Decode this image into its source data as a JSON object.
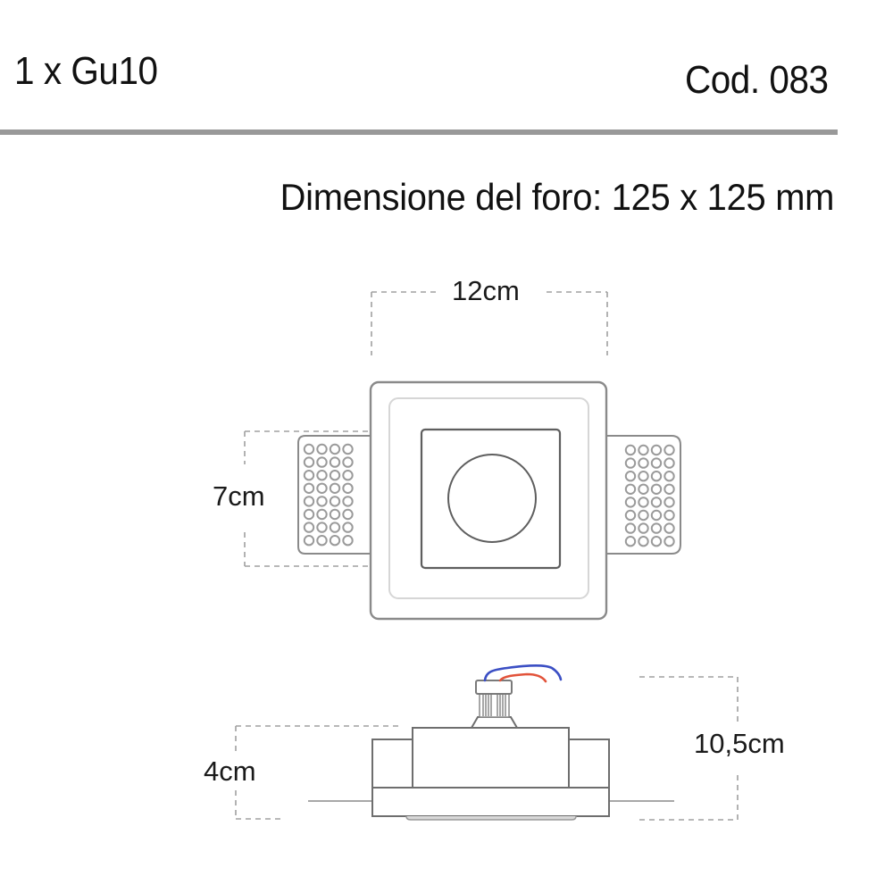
{
  "header": {
    "lamp_spec": "1 x Gu10",
    "product_code": "Cod. 083"
  },
  "subtitle": "Dimensione del foro: 125 x 125 mm",
  "top_view": {
    "width_label": "12cm",
    "height_label": "7cm",
    "side_grilles": {
      "rows": 8,
      "columns": 4
    }
  },
  "side_view": {
    "body_height_label": "4cm",
    "total_height_label": "10,5cm",
    "wires": [
      {
        "name": "blue-wire",
        "color": "#3b4fc4"
      },
      {
        "name": "red-wire",
        "color": "#e2533a"
      }
    ]
  },
  "colors": {
    "line": "#7a7a7a",
    "light_line": "#cfcfcf",
    "dash": "#9a9a9a",
    "divider": "#999999",
    "text": "#111111"
  }
}
